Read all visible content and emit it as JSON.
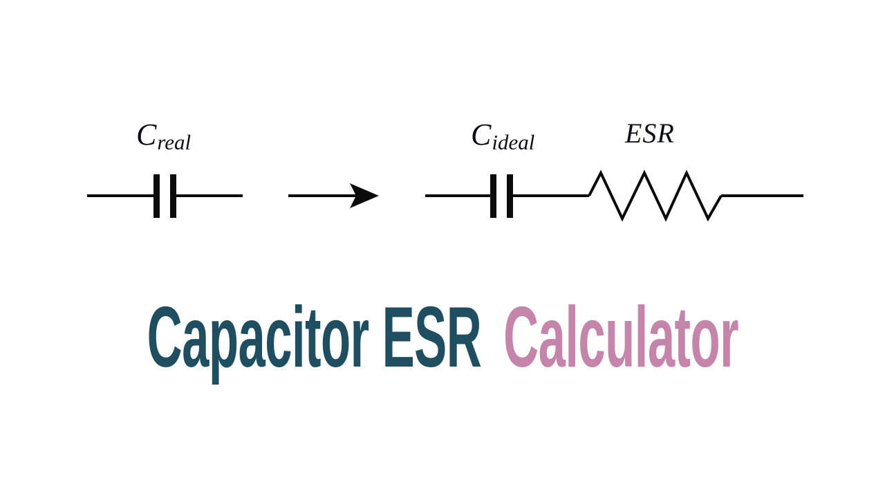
{
  "page": {
    "background_color": "#ffffff",
    "ink_color": "#0b0b0b"
  },
  "circuit": {
    "real_capacitor": {
      "label_main": "C",
      "label_sub": "real"
    },
    "ideal_capacitor": {
      "label_main": "C",
      "label_sub": "ideal"
    },
    "esr_resistor": {
      "label": "ESR"
    }
  },
  "title": {
    "text_primary": "Capacitor ESR",
    "text_accent": "Calculator",
    "primary_color": "#1e4e5f",
    "accent_color": "#c584a9"
  }
}
